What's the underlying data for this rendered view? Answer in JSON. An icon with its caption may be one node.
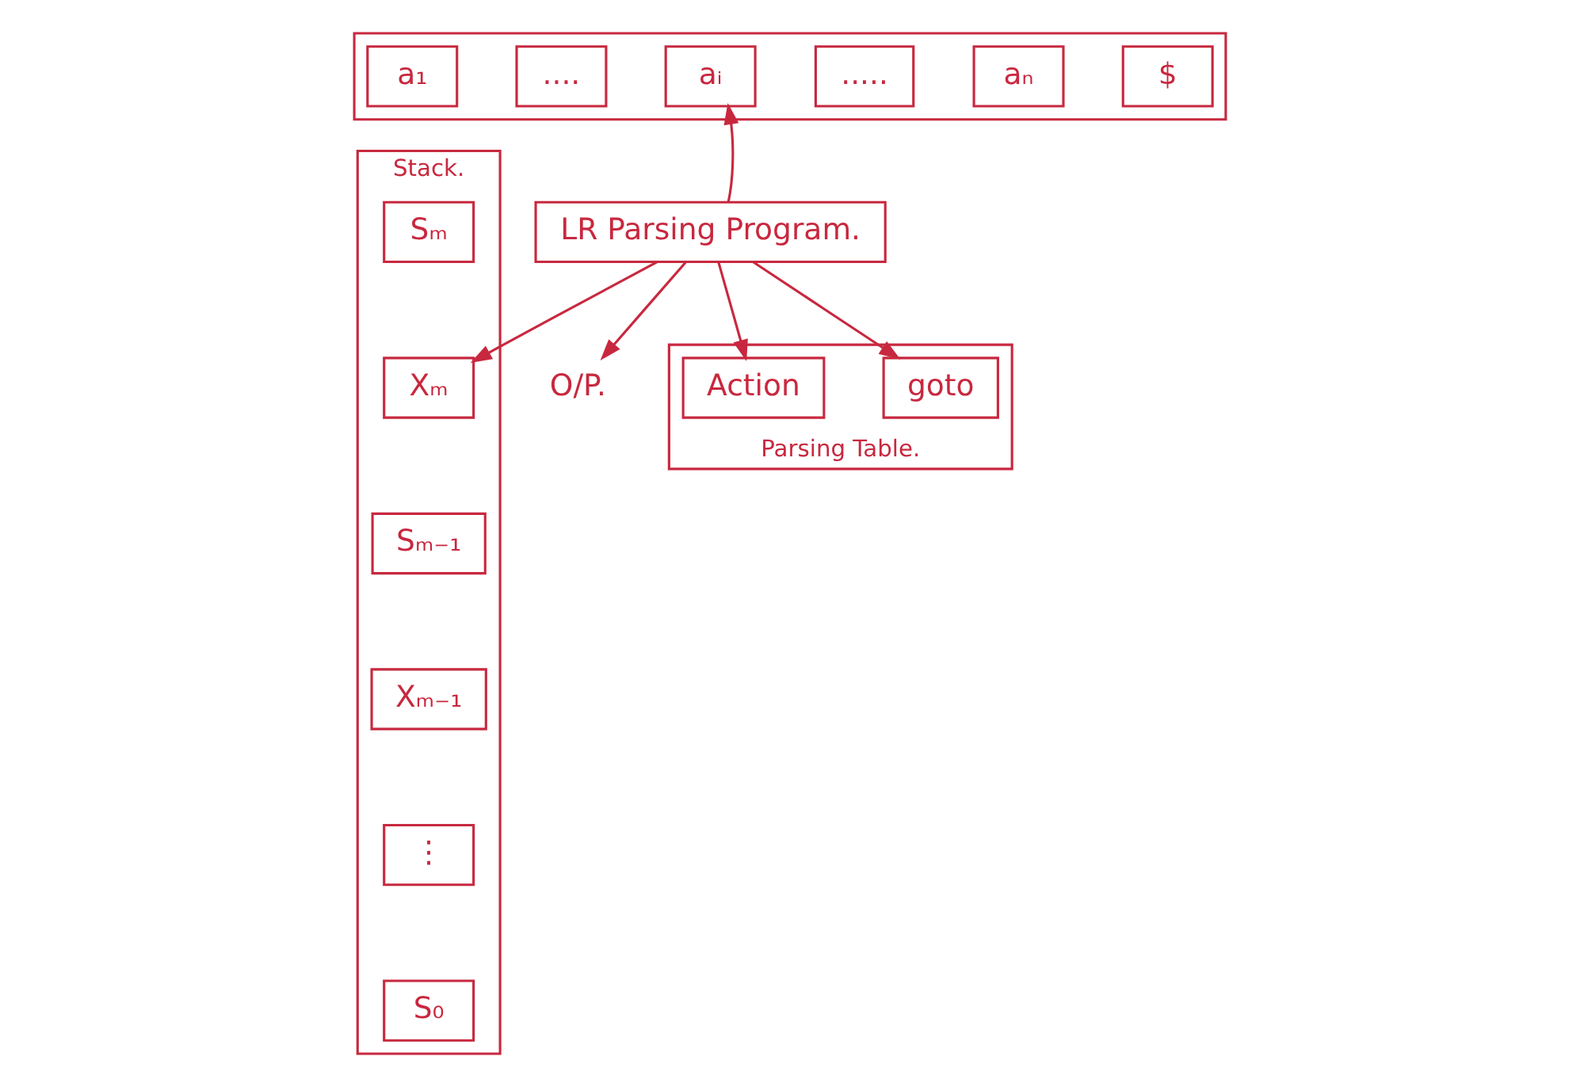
{
  "diagram": {
    "nodes": [
      {
        "text": [],
        "shape": "box"
      },
      {
        "text": [
          "a₁"
        ],
        "in": 0
      },
      {
        "text": [
          "...."
        ],
        "in": 0
      },
      {
        "text": [
          "aᵢ"
        ],
        "in": 0
      },
      {
        "text": [
          "....."
        ],
        "in": 0
      },
      {
        "text": [
          "aₙ"
        ],
        "in": 0
      },
      {
        "text": [
          "$"
        ],
        "in": 0
      },
      {
        "text": [
          "Stack."
        ]
      },
      {
        "text": [
          "Sₘ"
        ],
        "in": 7
      },
      {
        "text": [
          "Xₘ"
        ],
        "in": 7
      },
      {
        "text": [
          "Sₘ₋₁"
        ],
        "in": 7
      },
      {
        "text": [
          "Xₘ₋₁"
        ],
        "in": 7
      },
      {
        "text": [
          "⋮"
        ],
        "in": 7
      },
      {
        "text": [
          "S₀"
        ],
        "in": 7
      },
      {
        "text": [
          "LR Parsing Program."
        ]
      },
      {
        "text": [
          "O/P."
        ]
      },
      {
        "text": [
          "Parsing Table."
        ]
      },
      {
        "text": [
          "Action"
        ],
        "in": 16
      },
      {
        "text": [
          "goto"
        ],
        "in": 16
      }
    ],
    "edges": [
      {
        "from": 14,
        "to": 3,
        "arrow": "to"
      },
      {
        "from": 14,
        "to": 9,
        "arrow": "to"
      },
      {
        "from": 14,
        "to": 15,
        "arrow": "to"
      },
      {
        "from": 14,
        "to": 17,
        "arrow": "to"
      },
      {
        "from": 14,
        "to": 18,
        "arrow": "to"
      }
    ]
  }
}
